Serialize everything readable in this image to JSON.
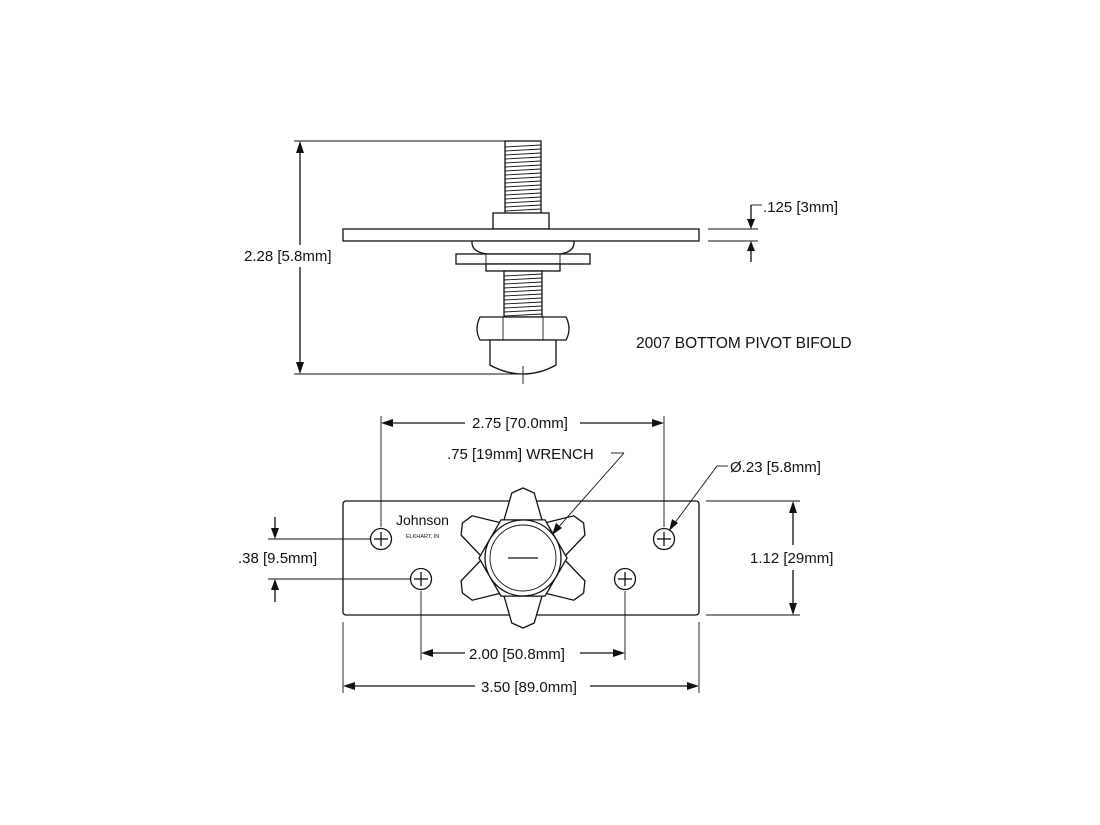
{
  "title": "2007 BOTTOM PIVOT BIFOLD",
  "brand": {
    "name": "Johnson",
    "location": "ELKHART, IN"
  },
  "dimensions": {
    "overall_height": "2.28 [5.8mm]",
    "plate_thickness": ".125 [3mm]",
    "outer_hole_spacing": "2.75 [70.0mm]",
    "wrench_size": ".75 [19mm] WRENCH",
    "hole_diameter": "Ø.23 [5.8mm]",
    "hole_vertical_offset": ".38 [9.5mm]",
    "plate_height": "1.12 [29mm]",
    "inner_hole_spacing": "2.00 [50.8mm]",
    "plate_length": "3.50 [89.0mm]"
  },
  "colors": {
    "line": "#111111",
    "background": "#ffffff"
  }
}
